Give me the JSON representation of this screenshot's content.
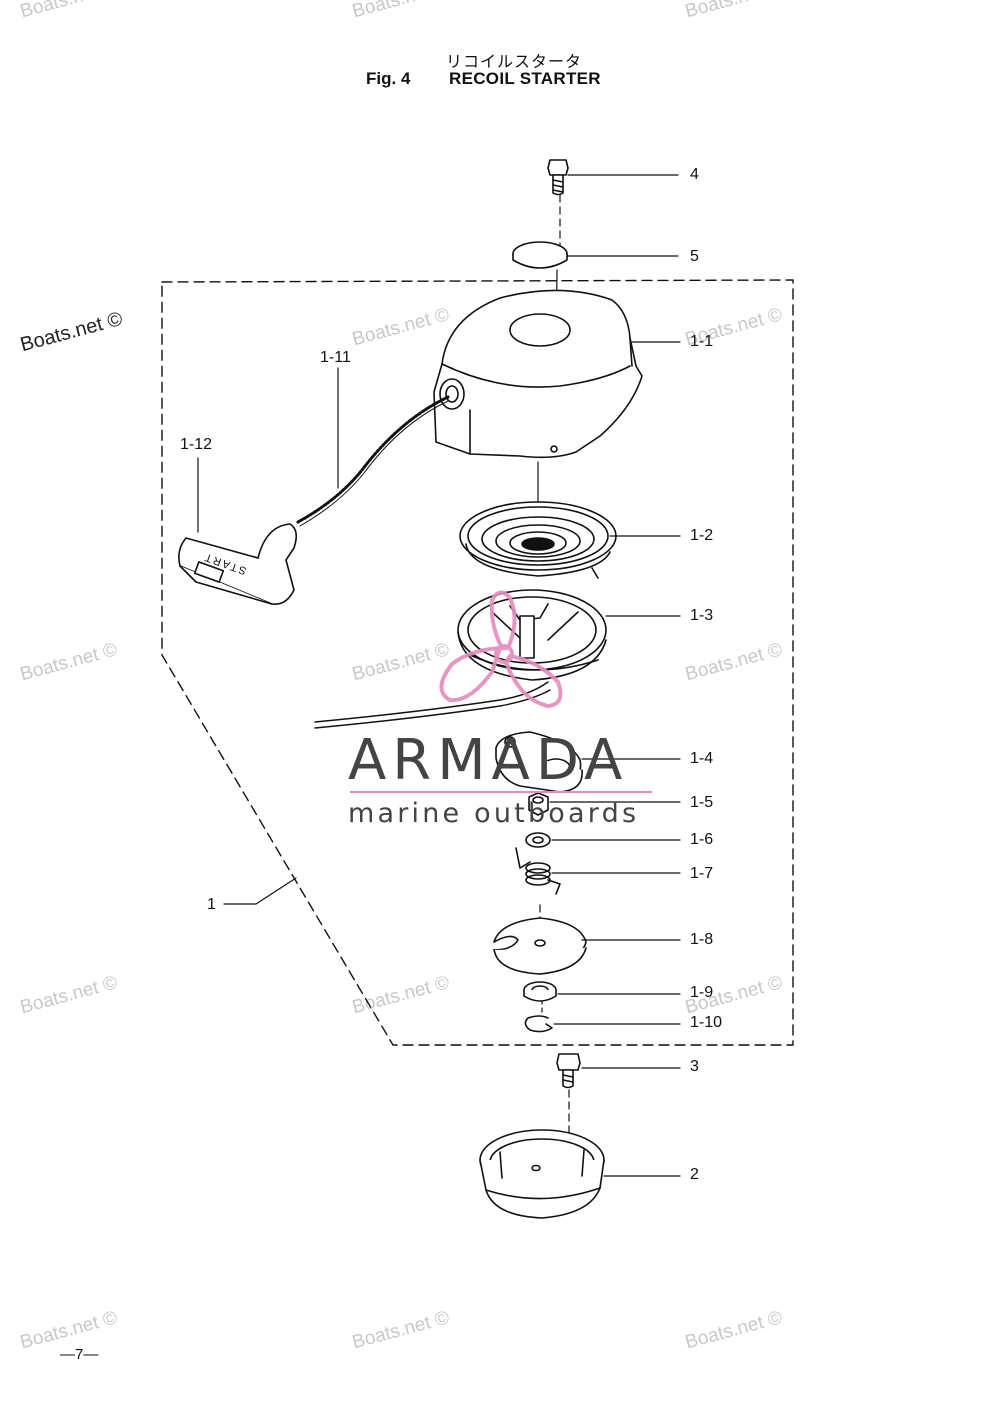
{
  "header": {
    "japanese_title": "リコイルスタータ",
    "figure_number": "Fig. 4",
    "title": "RECOIL STARTER"
  },
  "callouts": [
    {
      "id": "c4",
      "label": "4"
    },
    {
      "id": "c5",
      "label": "5"
    },
    {
      "id": "c1-1",
      "label": "1-1"
    },
    {
      "id": "c1-11",
      "label": "1-11"
    },
    {
      "id": "c1-12",
      "label": "1-12"
    },
    {
      "id": "c1-2",
      "label": "1-2"
    },
    {
      "id": "c1-3",
      "label": "1-3"
    },
    {
      "id": "c1-4",
      "label": "1-4"
    },
    {
      "id": "c1-5",
      "label": "1-5"
    },
    {
      "id": "c1-6",
      "label": "1-6"
    },
    {
      "id": "c1-7",
      "label": "1-7"
    },
    {
      "id": "c1",
      "label": "1"
    },
    {
      "id": "c1-8",
      "label": "1-8"
    },
    {
      "id": "c1-9",
      "label": "1-9"
    },
    {
      "id": "c1-10",
      "label": "1-10"
    },
    {
      "id": "c3",
      "label": "3"
    },
    {
      "id": "c2",
      "label": "2"
    }
  ],
  "handle_text": "START",
  "watermark": {
    "text": "Boats.net ©"
  },
  "brand": {
    "name": "ARMADA",
    "tagline": "marine outboards",
    "logo_color": "#e58bbd",
    "text_color": "#444444"
  },
  "footer": {
    "page_number": "—7—"
  }
}
